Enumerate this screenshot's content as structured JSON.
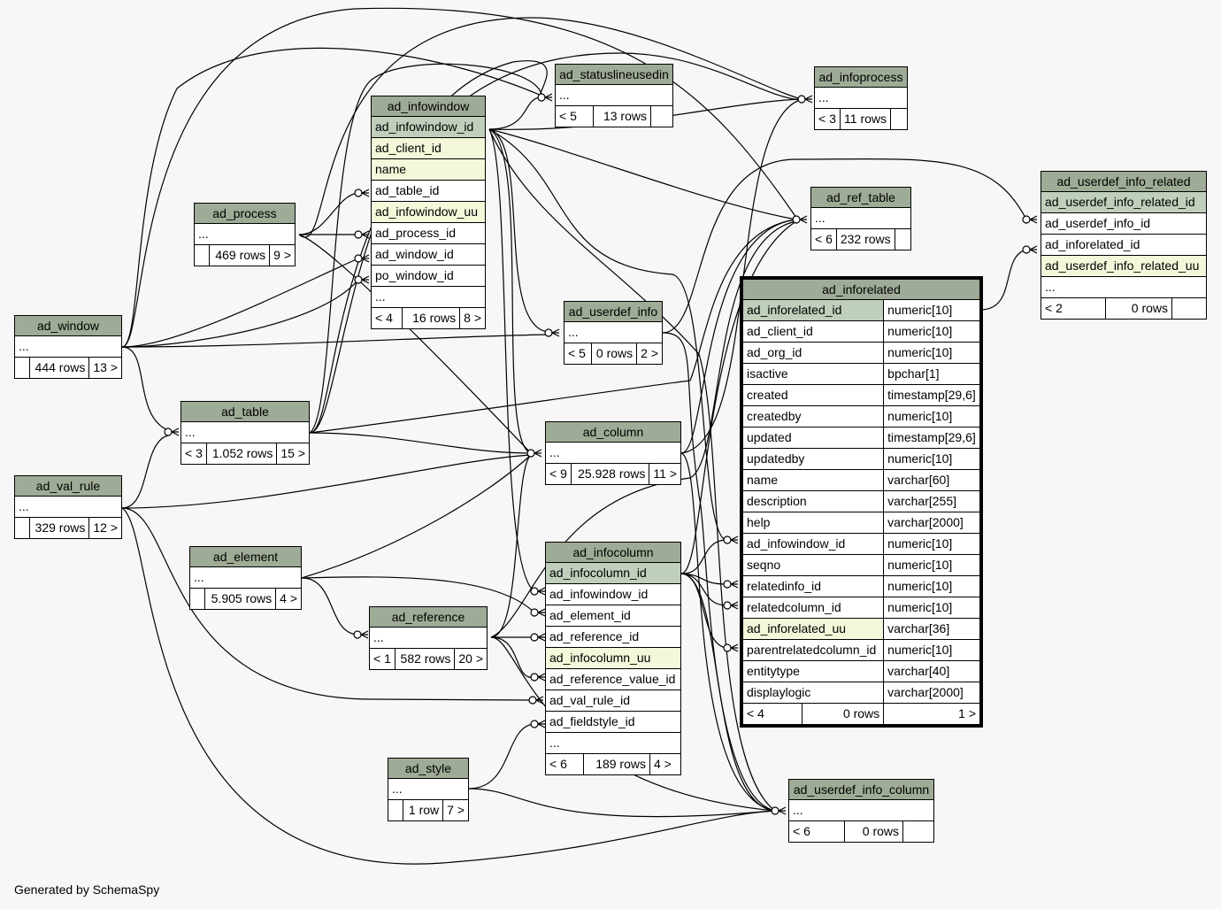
{
  "footer": "Generated by SchemaSpy",
  "tables": {
    "ad_statuslineusedin": {
      "name": "ad_statuslineusedin",
      "ellipsis": "...",
      "parents": "< 5",
      "rows": "13 rows",
      "children": ""
    },
    "ad_infoprocess": {
      "name": "ad_infoprocess",
      "ellipsis": "...",
      "parents": "< 3",
      "rows": "11 rows",
      "children": ""
    },
    "ad_infowindow": {
      "name": "ad_infowindow",
      "columns": [
        "ad_infowindow_id",
        "ad_client_id",
        "name",
        "ad_table_id",
        "ad_infowindow_uu",
        "ad_process_id",
        "ad_window_id",
        "po_window_id",
        "..."
      ],
      "parents": "< 4",
      "rows": "16 rows",
      "children": "8 >"
    },
    "ad_process": {
      "name": "ad_process",
      "ellipsis": "...",
      "parents": "",
      "rows": "469 rows",
      "children": "9 >"
    },
    "ad_ref_table": {
      "name": "ad_ref_table",
      "ellipsis": "...",
      "parents": "< 6",
      "rows": "232 rows",
      "children": ""
    },
    "ad_userdef_info_related": {
      "name": "ad_userdef_info_related",
      "columns": [
        "ad_userdef_info_related_id",
        "ad_userdef_info_id",
        "ad_inforelated_id",
        "ad_userdef_info_related_uu",
        "..."
      ],
      "parents": "< 2",
      "rows": "0 rows",
      "children": ""
    },
    "ad_inforelated": {
      "name": "ad_inforelated",
      "columns": [
        [
          "ad_inforelated_id",
          "numeric[10]"
        ],
        [
          "ad_client_id",
          "numeric[10]"
        ],
        [
          "ad_org_id",
          "numeric[10]"
        ],
        [
          "isactive",
          "bpchar[1]"
        ],
        [
          "created",
          "timestamp[29,6]"
        ],
        [
          "createdby",
          "numeric[10]"
        ],
        [
          "updated",
          "timestamp[29,6]"
        ],
        [
          "updatedby",
          "numeric[10]"
        ],
        [
          "name",
          "varchar[60]"
        ],
        [
          "description",
          "varchar[255]"
        ],
        [
          "help",
          "varchar[2000]"
        ],
        [
          "ad_infowindow_id",
          "numeric[10]"
        ],
        [
          "seqno",
          "numeric[10]"
        ],
        [
          "relatedinfo_id",
          "numeric[10]"
        ],
        [
          "relatedcolumn_id",
          "numeric[10]"
        ],
        [
          "ad_inforelated_uu",
          "varchar[36]"
        ],
        [
          "parentrelatedcolumn_id",
          "numeric[10]"
        ],
        [
          "entitytype",
          "varchar[40]"
        ],
        [
          "displaylogic",
          "varchar[2000]"
        ]
      ],
      "parents": "< 4",
      "rows": "0 rows",
      "children": "1 >"
    },
    "ad_window": {
      "name": "ad_window",
      "ellipsis": "...",
      "parents": "",
      "rows": "444 rows",
      "children": "13 >"
    },
    "ad_userdef_info": {
      "name": "ad_userdef_info",
      "ellipsis": "...",
      "parents": "< 5",
      "rows": "0 rows",
      "children": "2 >"
    },
    "ad_table": {
      "name": "ad_table",
      "ellipsis": "...",
      "parents": "< 3",
      "rows": "1.052 rows",
      "children": "15 >"
    },
    "ad_column": {
      "name": "ad_column",
      "ellipsis": "...",
      "parents": "< 9",
      "rows": "25.928 rows",
      "children": "11 >"
    },
    "ad_val_rule": {
      "name": "ad_val_rule",
      "ellipsis": "...",
      "parents": "",
      "rows": "329 rows",
      "children": "12 >"
    },
    "ad_element": {
      "name": "ad_element",
      "ellipsis": "...",
      "parents": "",
      "rows": "5.905 rows",
      "children": "4 >"
    },
    "ad_infocolumn": {
      "name": "ad_infocolumn",
      "columns": [
        "ad_infocolumn_id",
        "ad_infowindow_id",
        "ad_element_id",
        "ad_reference_id",
        "ad_infocolumn_uu",
        "ad_reference_value_id",
        "ad_val_rule_id",
        "ad_fieldstyle_id",
        "..."
      ],
      "parents": "< 6",
      "rows": "189 rows",
      "children": "4 >"
    },
    "ad_reference": {
      "name": "ad_reference",
      "ellipsis": "...",
      "parents": "< 1",
      "rows": "582 rows",
      "children": "20 >"
    },
    "ad_style": {
      "name": "ad_style",
      "ellipsis": "...",
      "parents": "",
      "rows": "1 row",
      "children": "7 >"
    },
    "ad_userdef_info_column": {
      "name": "ad_userdef_info_column",
      "ellipsis": "...",
      "parents": "< 6",
      "rows": "0 rows",
      "children": ""
    }
  },
  "colors": {
    "header": "#9eab96",
    "primary_key": "#bfcfbb",
    "indexed": "#f4f7da",
    "background": "#f7f7f7"
  }
}
